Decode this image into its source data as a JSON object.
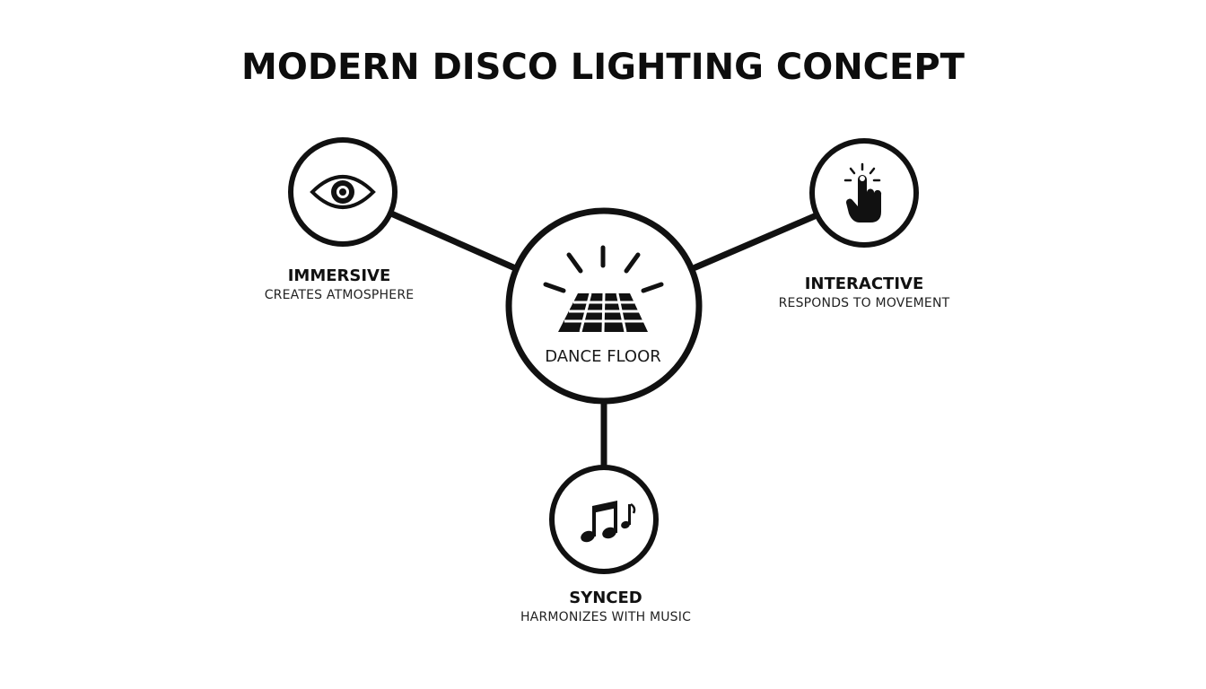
{
  "title": "MODERN DISCO LIGHTING CONCEPT",
  "center": {
    "label": "DANCE FLOOR",
    "icon": "dance-floor-icon"
  },
  "nodes": [
    {
      "id": "immersive",
      "heading": "IMMERSIVE",
      "subtitle": "CREATES ATMOSPHERE",
      "icon": "eye-icon"
    },
    {
      "id": "interactive",
      "heading": "INTERACTIVE",
      "subtitle": "RESPONDS TO MOVEMENT",
      "icon": "pointing-hand-icon"
    },
    {
      "id": "synced",
      "heading": "SYNCED",
      "subtitle": "HARMONIZES WITH MUSIC",
      "icon": "music-notes-icon"
    }
  ],
  "colors": {
    "stroke": "#111111",
    "background": "#ffffff"
  }
}
